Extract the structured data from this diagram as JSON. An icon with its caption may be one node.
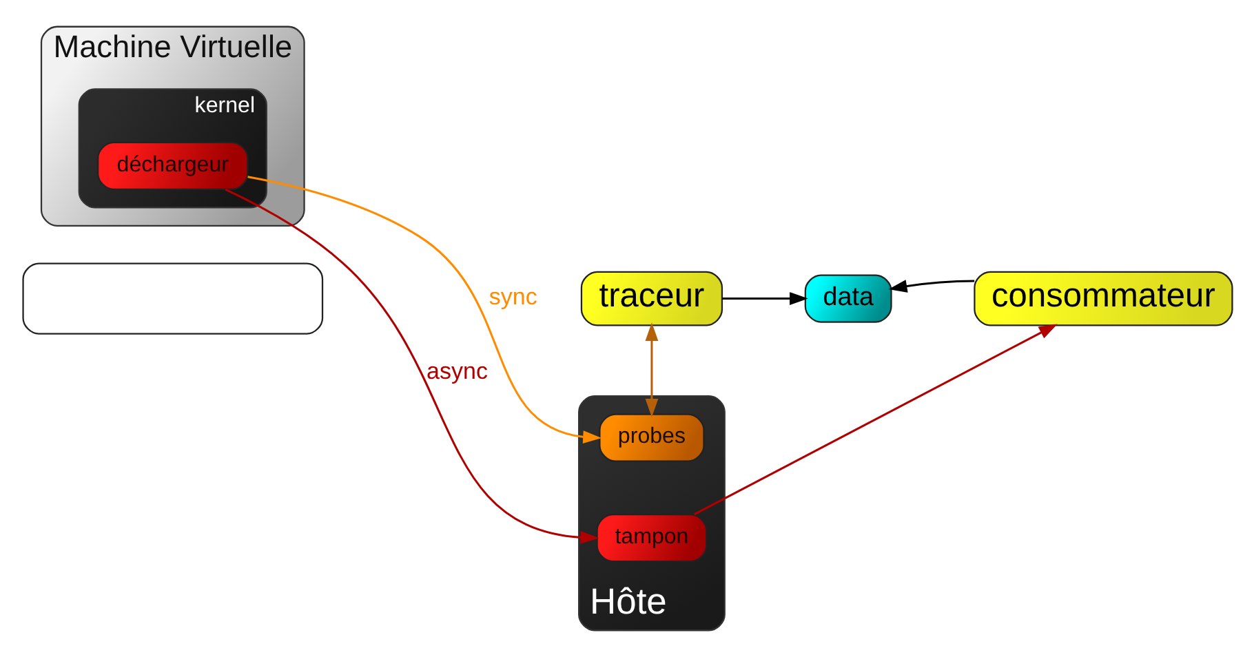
{
  "diagram": {
    "nodes": [
      {
        "text": [
          "Machine Virtuelle"
        ]
      },
      {
        "text": [
          "kernel"
        ],
        "in": 0
      },
      {
        "text": [
          "déchargeur"
        ],
        "in": 1
      },
      {
        "text": [],
        "shape": "box"
      },
      {
        "text": [
          "traceur"
        ]
      },
      {
        "text": [
          "data"
        ]
      },
      {
        "text": [
          "consommateur"
        ]
      },
      {
        "text": [
          "Hôte"
        ]
      },
      {
        "text": [
          "probes"
        ],
        "in": 7
      },
      {
        "text": [
          "tampon"
        ],
        "in": 7
      }
    ],
    "edges": [
      {
        "from": 2,
        "to": 8,
        "arrow": "to",
        "label": "sync",
        "color": "#ff8c00"
      },
      {
        "from": 2,
        "to": 9,
        "arrow": "to",
        "label": "async",
        "color": "#b00000"
      },
      {
        "from": 9,
        "to": 6,
        "arrow": "to",
        "color": "#b00000"
      },
      {
        "from": 4,
        "to": 5,
        "arrow": "to",
        "color": "#000000"
      },
      {
        "from": 6,
        "to": 5,
        "arrow": "to",
        "color": "#000000"
      },
      {
        "from": 4,
        "to": 8,
        "arrow": "both",
        "color": "#b5600a"
      }
    ]
  }
}
